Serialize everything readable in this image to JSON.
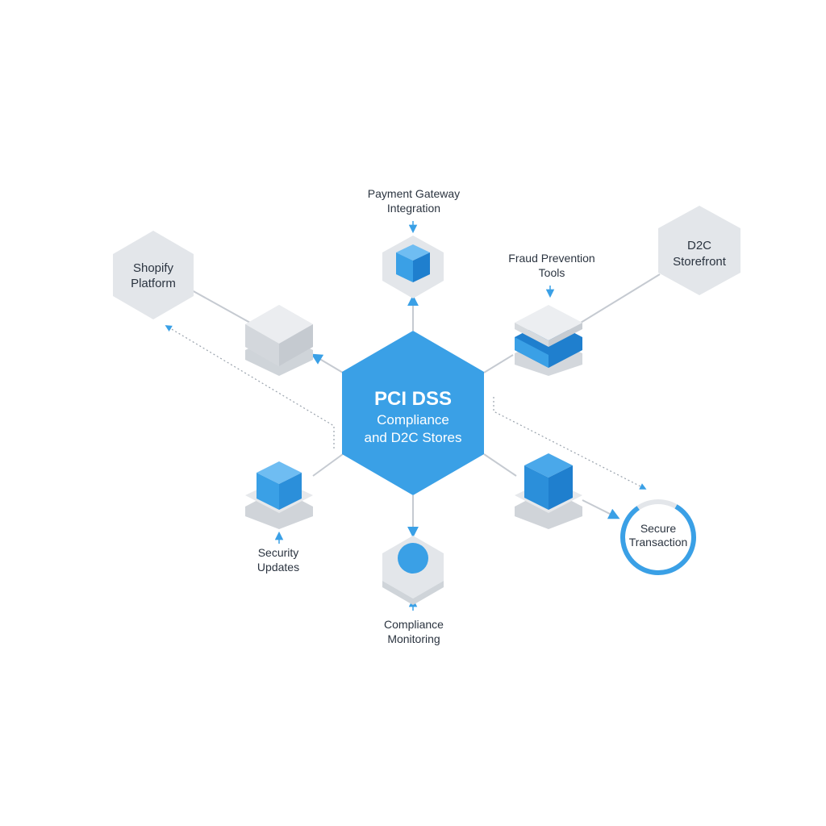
{
  "center": {
    "line1": "PCI DSS",
    "line2": "Compliance",
    "line3": "and D2C Stores"
  },
  "nodes": {
    "shopify": {
      "line1": "Shopify",
      "line2": "Platform"
    },
    "storefront": {
      "line1": "D2C",
      "line2": "Storefront"
    },
    "secure_transaction": {
      "line1": "Secure",
      "line2": "Transaction",
      "progress": 0.82
    }
  },
  "labels": {
    "payment_gateway": {
      "line1": "Payment Gateway",
      "line2": "Integration"
    },
    "fraud_prevention": {
      "line1": "Fraud Prevention",
      "line2": "Tools"
    },
    "security_updates": {
      "line1": "Security",
      "line2": "Updates"
    },
    "compliance_monitoring": {
      "line1": "Compliance",
      "line2": "Monitoring"
    }
  },
  "colors": {
    "accent": "#3aa0e6",
    "accent_dark": "#1f7fce",
    "gray_hex": "#e3e6ea",
    "gray_dark": "#c7ccd2",
    "line": "#c5cad1",
    "text": "#2b3440"
  }
}
